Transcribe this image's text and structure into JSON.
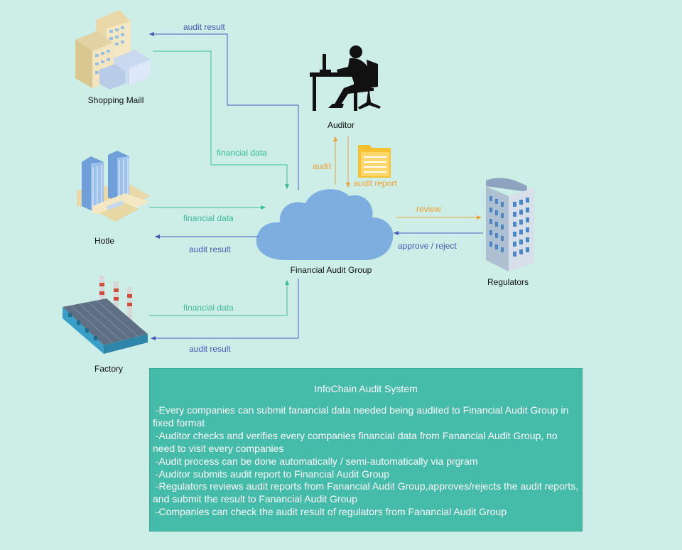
{
  "nodes": {
    "shopping_mall": "Shopping Maill",
    "hotel": "Hotle",
    "factory": "Factory",
    "auditor": "Auditor",
    "audit_group": "Financial Audit Group",
    "regulators": "Regulators"
  },
  "edges": {
    "mall_result": "audit result",
    "mall_data": "financial data",
    "hotel_data": "financial data",
    "hotel_result": "audit result",
    "factory_data": "financial data",
    "factory_result": "audit result",
    "audit": "audit",
    "audit_report": "audit report",
    "review": "review",
    "approve_reject": "approve / reject"
  },
  "colors": {
    "background": "#cdeee6",
    "blue_flow": "#4a56c0",
    "green_flow": "#3cbd97",
    "orange_flow": "#f0a030",
    "cloud": "#7eaee0",
    "panel": "#45bba9"
  },
  "panel": {
    "title": "InfoChain Audit System",
    "lines": [
      " -Every companies can submit fanancial data needed being audited to Financial Audit Group in fixed format",
      " -Auditor checks and verifies every companies financial data from Fanancial Audit Group, no need to visit every companies",
      " -Audit process can be done automatically / semi-automatically via prgram",
      " -Auditor submits audit report to Financial Audit Group",
      " -Regulators reviews audit reports from Fanancial Audit Group,approves/rejects the audit reports, and submit the result to Fanancial Audit Group",
      " -Companies can check the audit result of regulators from Fanancial Audit Group"
    ]
  }
}
